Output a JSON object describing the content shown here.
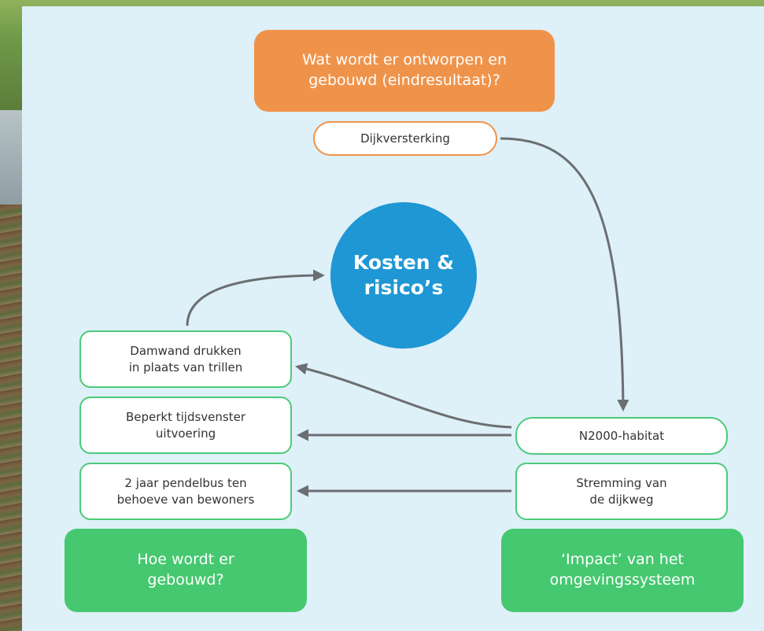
{
  "colors": {
    "orange": "#f0934a",
    "green": "#45c86f",
    "blue": "#1f97d4",
    "panel": "#def0f8",
    "arrow": "#6b6f72"
  },
  "top": {
    "title": "Wat wordt er ontworpen en\ngebouwd (eindresultaat)?",
    "item": "Dijkversterking"
  },
  "center": {
    "label": "Kosten &\nrisico’s"
  },
  "left": {
    "items": [
      "Damwand drukken\nin plaats van trillen",
      "Beperkt tijdsvenster\nuitvoering",
      "2 jaar pendelbus ten\nbehoeve van bewoners"
    ],
    "title": "Hoe wordt er\ngebouwd?"
  },
  "right": {
    "items": [
      "N2000-habitat",
      "Stremming van\nde dijkweg"
    ],
    "title": "‘Impact’ van het\nomgevingssysteem"
  }
}
